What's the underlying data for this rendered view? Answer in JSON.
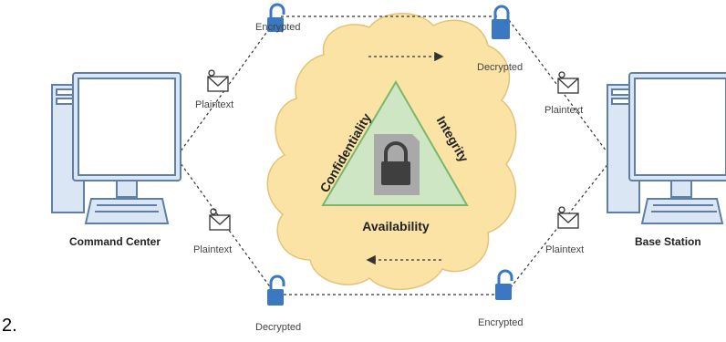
{
  "figure_number": "2.",
  "nodes": {
    "left_computer": "Command Center",
    "right_computer": "Base Station"
  },
  "labels": {
    "top_left": "Encrypted",
    "top_right": "Decrypted",
    "bottom_left": "Decrypted",
    "bottom_right": "Encrypted",
    "plaintext_upper_left": "Plaintext",
    "plaintext_lower_left": "Plaintext",
    "plaintext_upper_right": "Plaintext",
    "plaintext_lower_right": "Plaintext"
  },
  "triad": {
    "left": "Confidentiality",
    "right": "Integrity",
    "bottom": "Availability"
  },
  "icons": {
    "lock": "padlock-icon",
    "mail": "envelope-icon",
    "computer": "desktop-computer-icon",
    "cloud": "cloud-shape"
  },
  "colors": {
    "cloud_fill": "#fbe3a6",
    "cloud_stroke": "#e0c47a",
    "triangle_fill": "#cfe6c5",
    "triangle_stroke": "#7ab66b",
    "lock_blue": "#3a78c3",
    "computer_stroke": "#5f7fa8",
    "computer_fill": "#dbe6f5"
  }
}
